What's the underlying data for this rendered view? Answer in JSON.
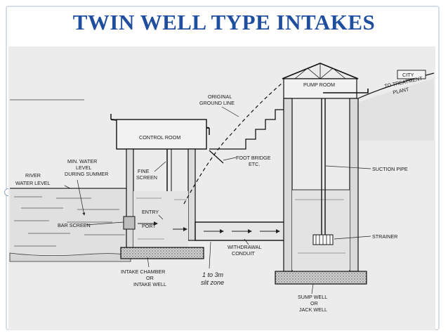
{
  "title": "TWIN WELL TYPE INTAKES",
  "labels": {
    "city": "CITY",
    "to_treatment": "TO TREATMENT",
    "plant": "PLANT",
    "pump_room": "PUMP ROOM",
    "original": "ORIGINAL",
    "ground_line": "GROUND LINE",
    "control_room": "CONTROL ROOM",
    "foot_bridge": "FOOT BRIDGE",
    "etc": "ETC.",
    "suction_pipe": "SUCTION PIPE",
    "min_water": "MIN. WATER",
    "level": "LEVEL",
    "during_summer": "DURING SUMMER",
    "fine": "FINE",
    "screen": "SCREEN",
    "river": "RIVER",
    "water_level": "WATER LEVEL",
    "entry": "ENTRY",
    "port": "PORT",
    "bar_screen": "BAR SCREEN",
    "strainer": "STRAINER",
    "withdrawal": "WITHDRAWAL",
    "conduit": "CONDUIT",
    "intake_chamber": "INTAKE CHAMBER",
    "or1": "OR",
    "intake_well": "INTAKE WELL",
    "silt_1": "1 to 3m",
    "silt_2": "slit zone",
    "sump_well": "SUMP WELL",
    "or2": "OR",
    "jack_well": "JACK WELL"
  }
}
